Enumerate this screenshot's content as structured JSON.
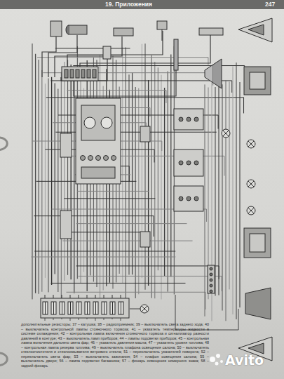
{
  "diagram": {
    "title": "19. Приложения",
    "caption": "дополнительные резисторы; 37 – катушка; 38 – радиоприемник; 39 – выключатель света заднего хода; 40 – выключатель контрольной лампы стояночного тормоза; 41 – указатель температуры жидкости в системе охлаждения; 42 – контрольная лампа включения стояночного тормоза и сигнализатор разности давлений в контуре; 43 – выключатель ламп приборов; 44 – лампы подсветки приборов; 45 – контрольная лампа включения дальнего света фар; 46 – указатель давления масла; 47 – указатель уровня топлива; 48 – контрольная лампа резерва топлива; 49 – выключатель плафона освещения салона; 50 – выключатель стеклоочистителя и стеклоомывателя ветрового стекла; 51 – переключатель указателей поворота; 52 – переключатель света фар; 53 – выключатель зажигания; 54 – плафон освещения салона; 55 – выключатель двери; 56 – лампа подсветки багажника; 57 – фонарь освещения номерного знака; 58 – задний фонарь",
    "labels": [
      "247",
      "Avito"
    ]
  }
}
